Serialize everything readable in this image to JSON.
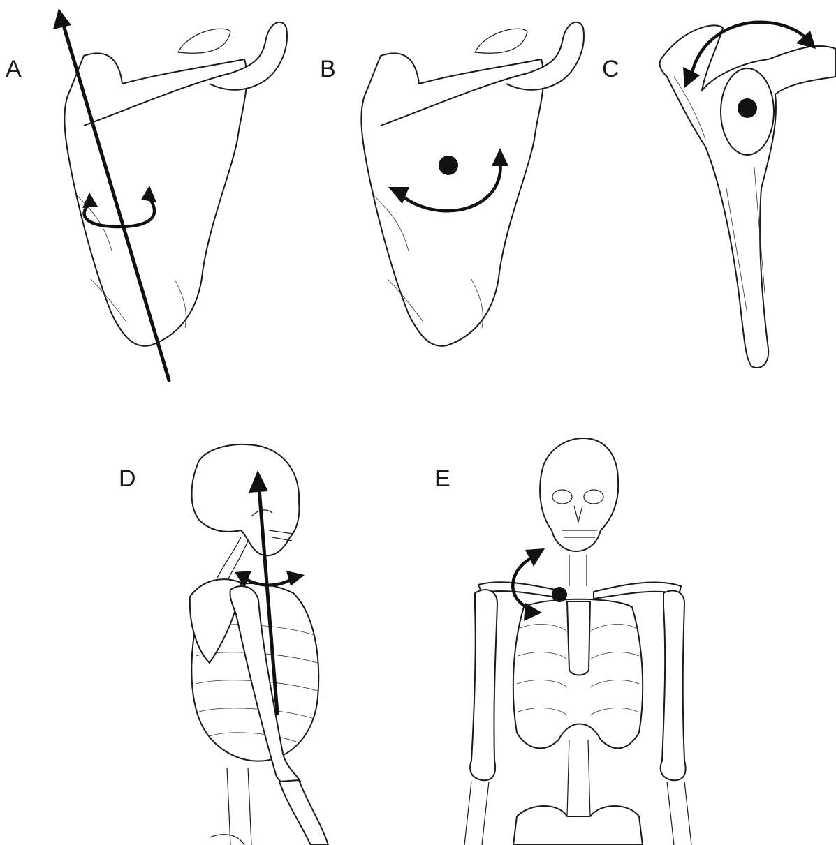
{
  "panels": [
    {
      "id": "A",
      "label": "A",
      "depicts": "scapula-posterior-view",
      "motion": "rotation-about-longitudinal-axis"
    },
    {
      "id": "B",
      "label": "B",
      "depicts": "scapula-posterior-view",
      "motion": "rotation-about-pivot-point"
    },
    {
      "id": "C",
      "label": "C",
      "depicts": "scapula-lateral-view",
      "motion": "rotation-about-glenoid-point"
    },
    {
      "id": "D",
      "label": "D",
      "depicts": "skeleton-lateral-view",
      "motion": "rotation-about-vertical-axis"
    },
    {
      "id": "E",
      "label": "E",
      "depicts": "skeleton-anterior-view",
      "motion": "rotation-about-sternoclavicular-point"
    }
  ],
  "colors": {
    "ink": "#111111",
    "background": "#ffffff"
  }
}
